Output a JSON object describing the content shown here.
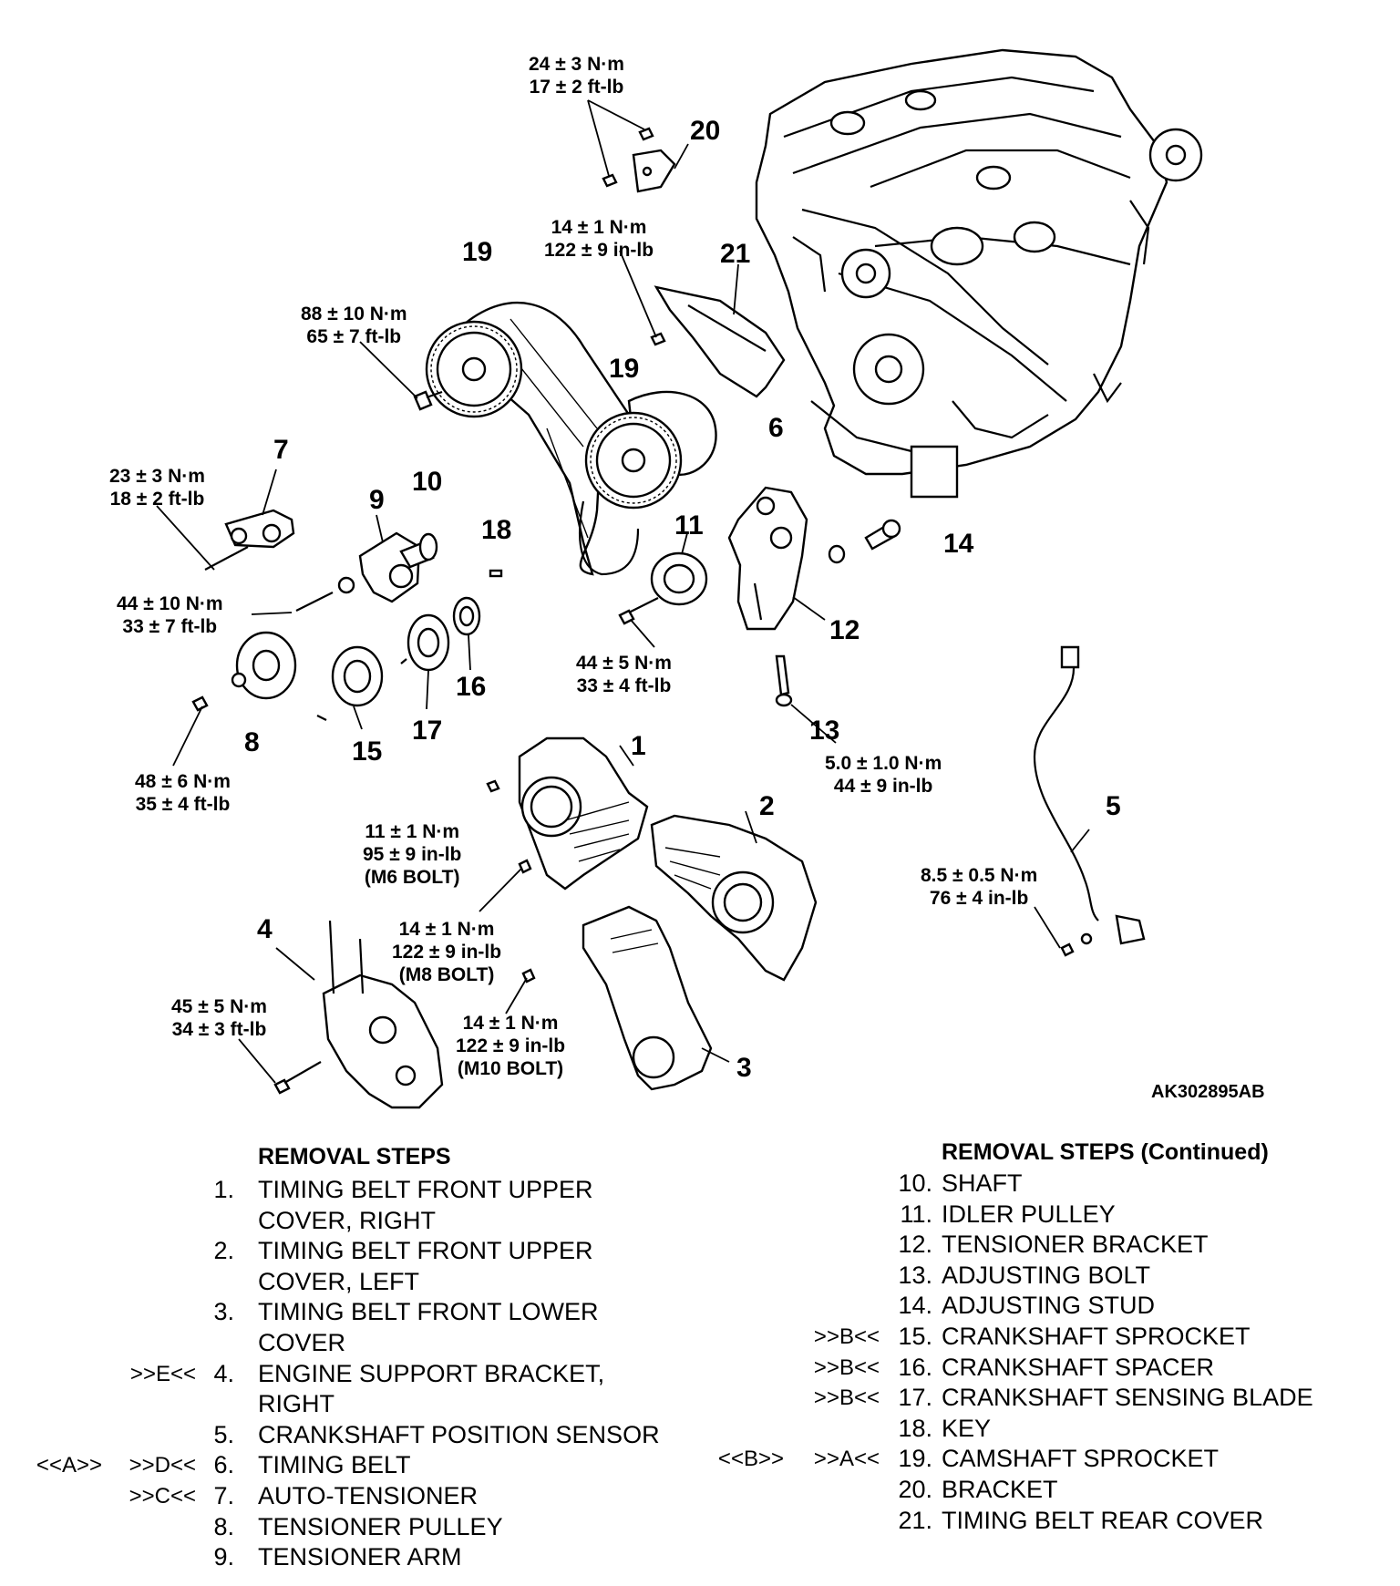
{
  "diagram": {
    "code": "AK302895AB",
    "callouts": [
      {
        "id": "c1",
        "text": "1"
      },
      {
        "id": "c2",
        "text": "2"
      },
      {
        "id": "c3",
        "text": "3"
      },
      {
        "id": "c4",
        "text": "4"
      },
      {
        "id": "c5",
        "text": "5"
      },
      {
        "id": "c6",
        "text": "6"
      },
      {
        "id": "c7",
        "text": "7"
      },
      {
        "id": "c8",
        "text": "8"
      },
      {
        "id": "c9",
        "text": "9"
      },
      {
        "id": "c10",
        "text": "10"
      },
      {
        "id": "c11",
        "text": "11"
      },
      {
        "id": "c12",
        "text": "12"
      },
      {
        "id": "c13",
        "text": "13"
      },
      {
        "id": "c14",
        "text": "14"
      },
      {
        "id": "c15",
        "text": "15"
      },
      {
        "id": "c16",
        "text": "16"
      },
      {
        "id": "c17",
        "text": "17"
      },
      {
        "id": "c18",
        "text": "18"
      },
      {
        "id": "c19a",
        "text": "19"
      },
      {
        "id": "c19b",
        "text": "19"
      },
      {
        "id": "c20",
        "text": "20"
      },
      {
        "id": "c21",
        "text": "21"
      }
    ],
    "torques": [
      {
        "id": "t20",
        "lines": [
          "24 ± 3 N·m",
          "17 ± 2 ft-lb"
        ]
      },
      {
        "id": "t21",
        "lines": [
          "14 ± 1 N·m",
          "122 ± 9 in-lb"
        ]
      },
      {
        "id": "t19",
        "lines": [
          "88 ± 10 N·m",
          "65 ± 7 ft-lb"
        ]
      },
      {
        "id": "t7",
        "lines": [
          "23 ± 3 N·m",
          "18 ± 2 ft-lb"
        ]
      },
      {
        "id": "t9",
        "lines": [
          "44 ± 10 N·m",
          "33 ± 7 ft-lb"
        ]
      },
      {
        "id": "t11",
        "lines": [
          "44 ± 5 N·m",
          "33 ± 4 ft-lb"
        ]
      },
      {
        "id": "t8",
        "lines": [
          "48 ± 6 N·m",
          "35 ± 4 ft-lb"
        ]
      },
      {
        "id": "t13",
        "lines": [
          "5.0 ± 1.0 N·m",
          "44 ± 9 in-lb"
        ]
      },
      {
        "id": "t1",
        "lines": [
          "11 ± 1 N·m",
          "95 ± 9 in-lb",
          "(M6 BOLT)"
        ]
      },
      {
        "id": "t5",
        "lines": [
          "8.5 ± 0.5 N·m",
          "76 ± 4 in-lb"
        ]
      },
      {
        "id": "t2",
        "lines": [
          "14 ± 1 N·m",
          "122 ± 9  in-lb",
          "(M8 BOLT)"
        ]
      },
      {
        "id": "t4",
        "lines": [
          "45 ± 5 N·m",
          "34 ± 3 ft-lb"
        ]
      },
      {
        "id": "t3",
        "lines": [
          "14 ± 1 N·m",
          "122 ± 9  in-lb",
          "(M10 BOLT)"
        ]
      }
    ]
  },
  "removal_steps": {
    "heading": "REMOVAL STEPS",
    "items": [
      {
        "m1": "",
        "m2": "",
        "no": "1.",
        "text": "TIMING BELT FRONT UPPER"
      },
      {
        "m1": "",
        "m2": "",
        "no": "",
        "text": "COVER, RIGHT"
      },
      {
        "m1": "",
        "m2": "",
        "no": "2.",
        "text": "TIMING BELT FRONT UPPER"
      },
      {
        "m1": "",
        "m2": "",
        "no": "",
        "text": "COVER, LEFT"
      },
      {
        "m1": "",
        "m2": "",
        "no": "3.",
        "text": "TIMING BELT FRONT LOWER"
      },
      {
        "m1": "",
        "m2": "",
        "no": "",
        "text": "COVER"
      },
      {
        "m1": "",
        "m2": ">>E<<",
        "no": "4.",
        "text": "ENGINE SUPPORT BRACKET,"
      },
      {
        "m1": "",
        "m2": "",
        "no": "",
        "text": "RIGHT"
      },
      {
        "m1": "",
        "m2": "",
        "no": "5.",
        "text": "CRANKSHAFT POSITION SENSOR"
      },
      {
        "m1": "<<A>>",
        "m2": ">>D<<",
        "no": "6.",
        "text": "TIMING BELT"
      },
      {
        "m1": "",
        "m2": ">>C<<",
        "no": "7.",
        "text": "AUTO-TENSIONER"
      },
      {
        "m1": "",
        "m2": "",
        "no": "8.",
        "text": "TENSIONER PULLEY"
      },
      {
        "m1": "",
        "m2": "",
        "no": "9.",
        "text": "TENSIONER ARM"
      }
    ]
  },
  "removal_steps_continued": {
    "heading": "REMOVAL STEPS (Continued)",
    "items": [
      {
        "m1": "",
        "m2": "",
        "no": "10.",
        "text": "SHAFT"
      },
      {
        "m1": "",
        "m2": "",
        "no": "11.",
        "text": "IDLER PULLEY"
      },
      {
        "m1": "",
        "m2": "",
        "no": "12.",
        "text": "TENSIONER BRACKET"
      },
      {
        "m1": "",
        "m2": "",
        "no": "13.",
        "text": "ADJUSTING BOLT"
      },
      {
        "m1": "",
        "m2": "",
        "no": "14.",
        "text": "ADJUSTING STUD"
      },
      {
        "m1": "",
        "m2": ">>B<<",
        "no": "15.",
        "text": "CRANKSHAFT SPROCKET"
      },
      {
        "m1": "",
        "m2": ">>B<<",
        "no": "16.",
        "text": "CRANKSHAFT SPACER"
      },
      {
        "m1": "",
        "m2": ">>B<<",
        "no": "17.",
        "text": "CRANKSHAFT SENSING BLADE"
      },
      {
        "m1": "",
        "m2": "",
        "no": "18.",
        "text": "KEY"
      },
      {
        "m1": "<<B>>",
        "m2": ">>A<<",
        "no": "19.",
        "text": "CAMSHAFT SPROCKET"
      },
      {
        "m1": "",
        "m2": "",
        "no": "20.",
        "text": "BRACKET"
      },
      {
        "m1": "",
        "m2": "",
        "no": "21.",
        "text": "TIMING BELT REAR COVER"
      }
    ]
  }
}
